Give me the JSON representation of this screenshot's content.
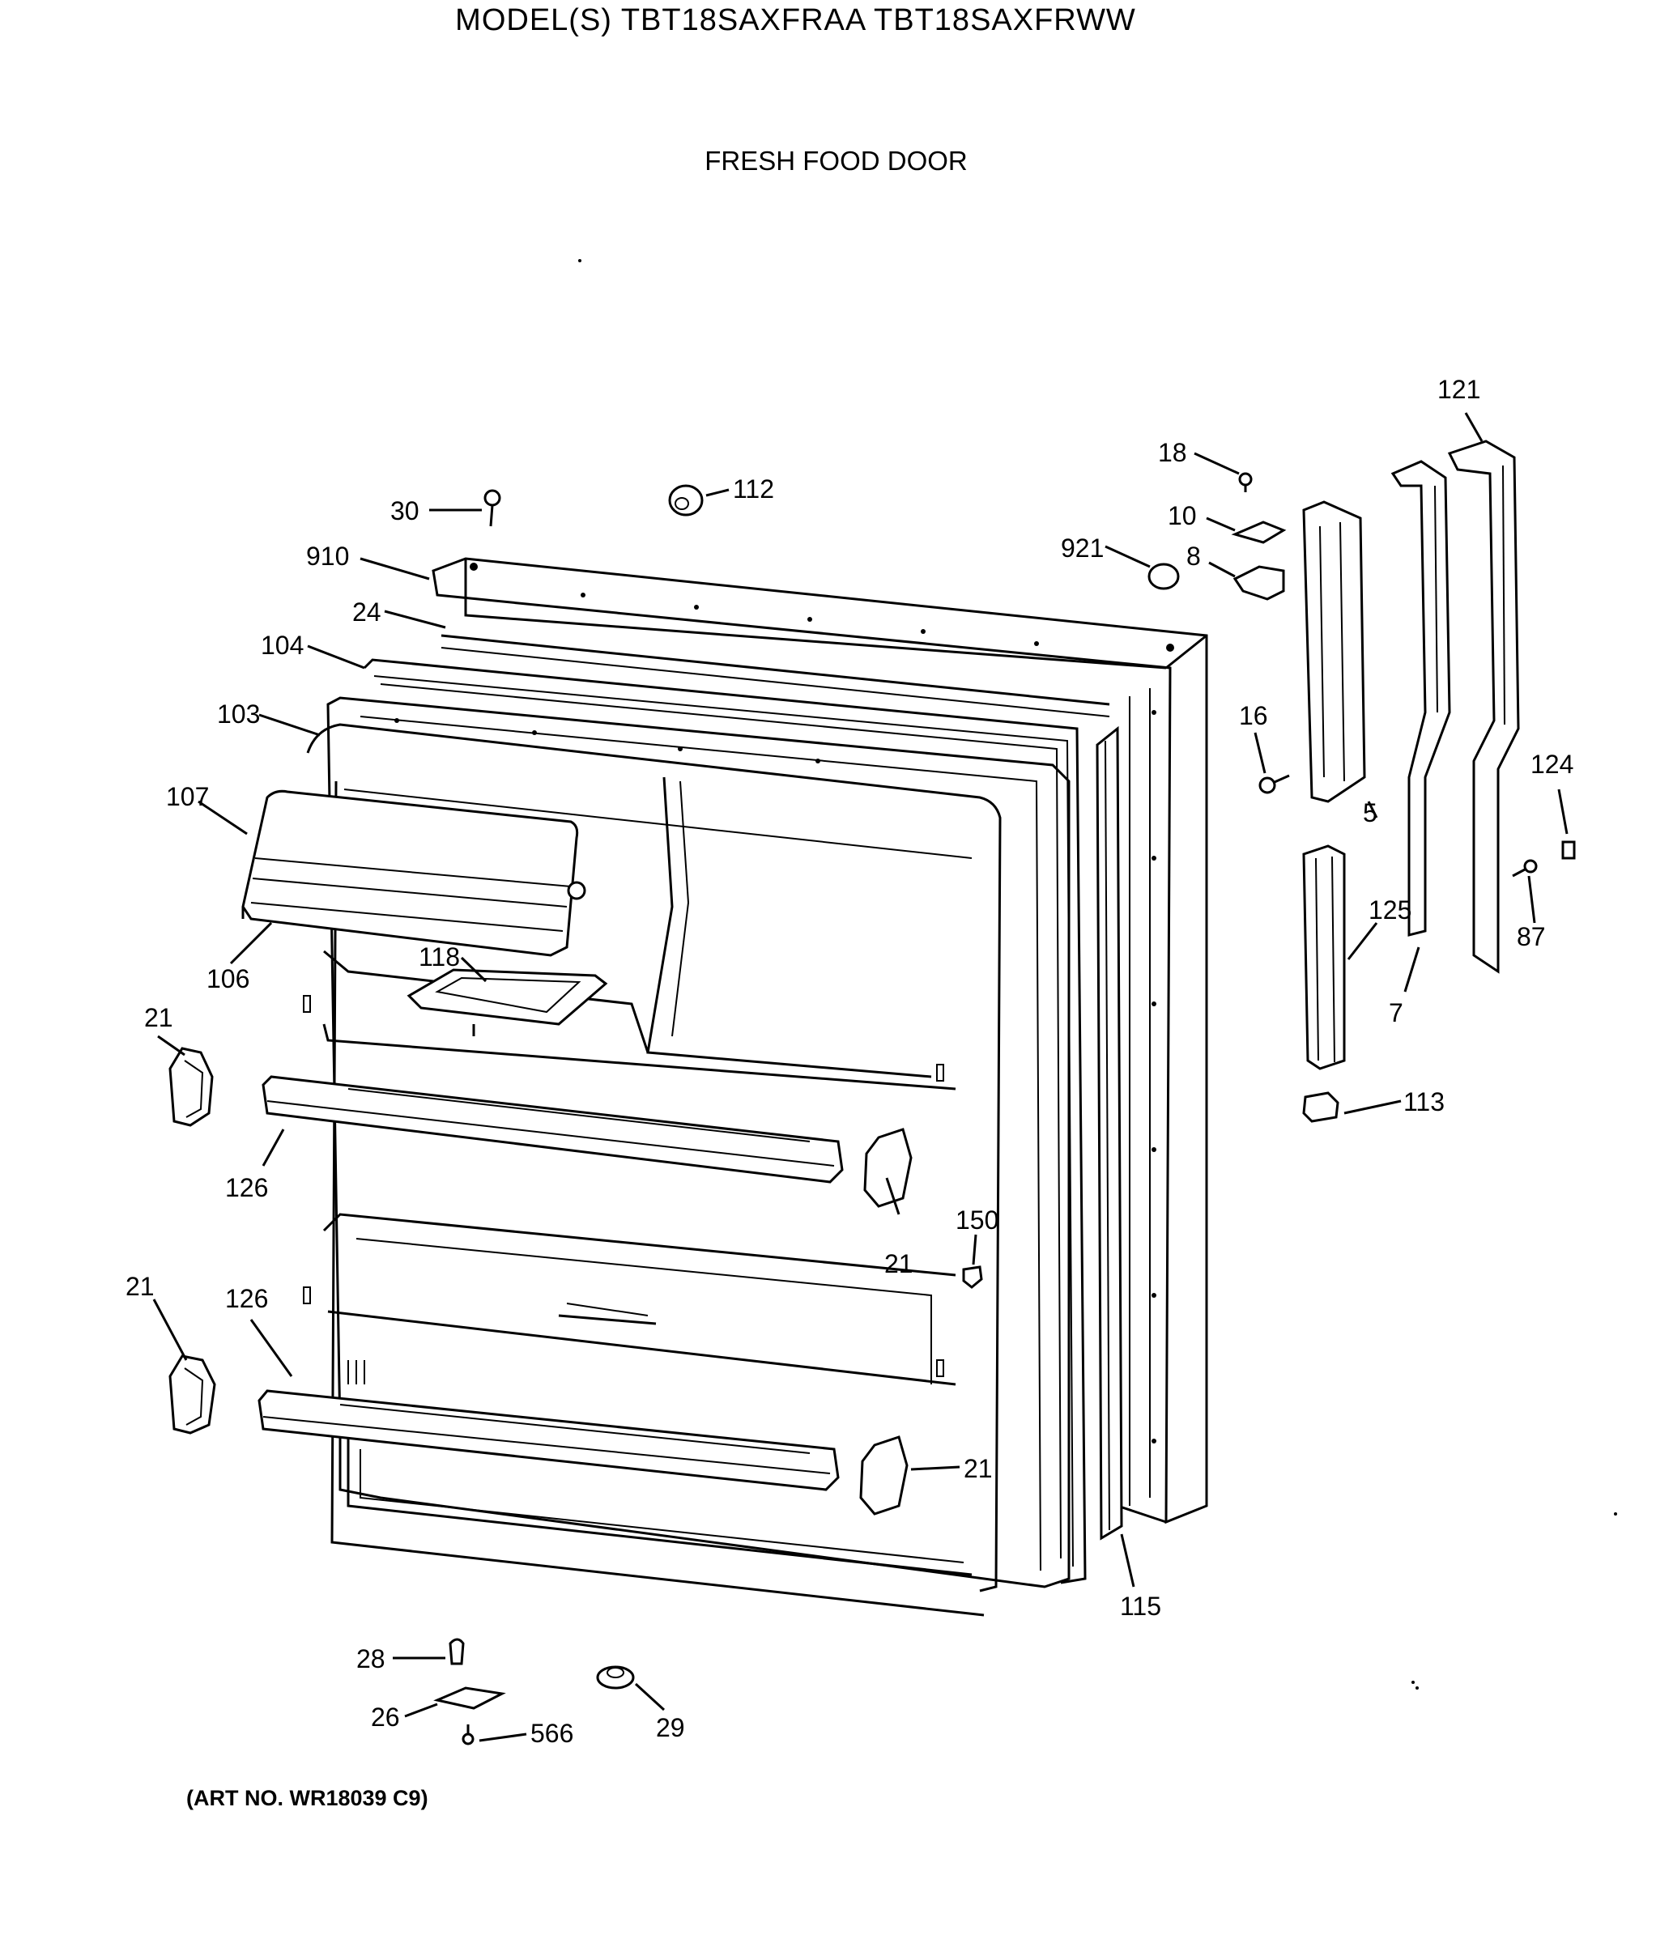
{
  "title": "MODEL(S) TBT18SAXFRAA  TBT18SAXFRWW",
  "subtitle": "FRESH FOOD DOOR",
  "art_number": "(ART NO. WR18039 C9)",
  "callouts": {
    "c121": "121",
    "c18": "18",
    "c112": "112",
    "c30": "30",
    "c10": "10",
    "c910": "910",
    "c921": "921",
    "c8": "8",
    "c24": "24",
    "c104": "104",
    "c103": "103",
    "c16": "16",
    "c124": "124",
    "c107": "107",
    "c5": "5",
    "c125": "125",
    "c87": "87",
    "c106": "106",
    "c118": "118",
    "c7": "7",
    "c21a": "21",
    "c113": "113",
    "c126a": "126",
    "c150": "150",
    "c21b": "21",
    "c21c": "21",
    "c126b": "126",
    "c21d": "21",
    "c115": "115",
    "c28": "28",
    "c26": "26",
    "c566": "566",
    "c29": "29"
  }
}
